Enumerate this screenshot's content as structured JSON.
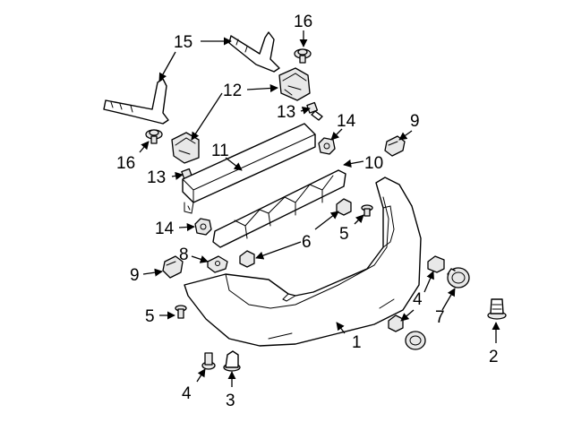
{
  "callouts": {
    "c1": "1",
    "c2": "2",
    "c3": "3",
    "c4a": "4",
    "c4b": "4",
    "c5a": "5",
    "c5b": "5",
    "c6": "6",
    "c7": "7",
    "c8": "8",
    "c9a": "9",
    "c9b": "9",
    "c10": "10",
    "c11": "11",
    "c12": "12",
    "c13a": "13",
    "c13b": "13",
    "c14a": "14",
    "c14b": "14",
    "c15": "15",
    "c16a": "16",
    "c16b": "16"
  }
}
